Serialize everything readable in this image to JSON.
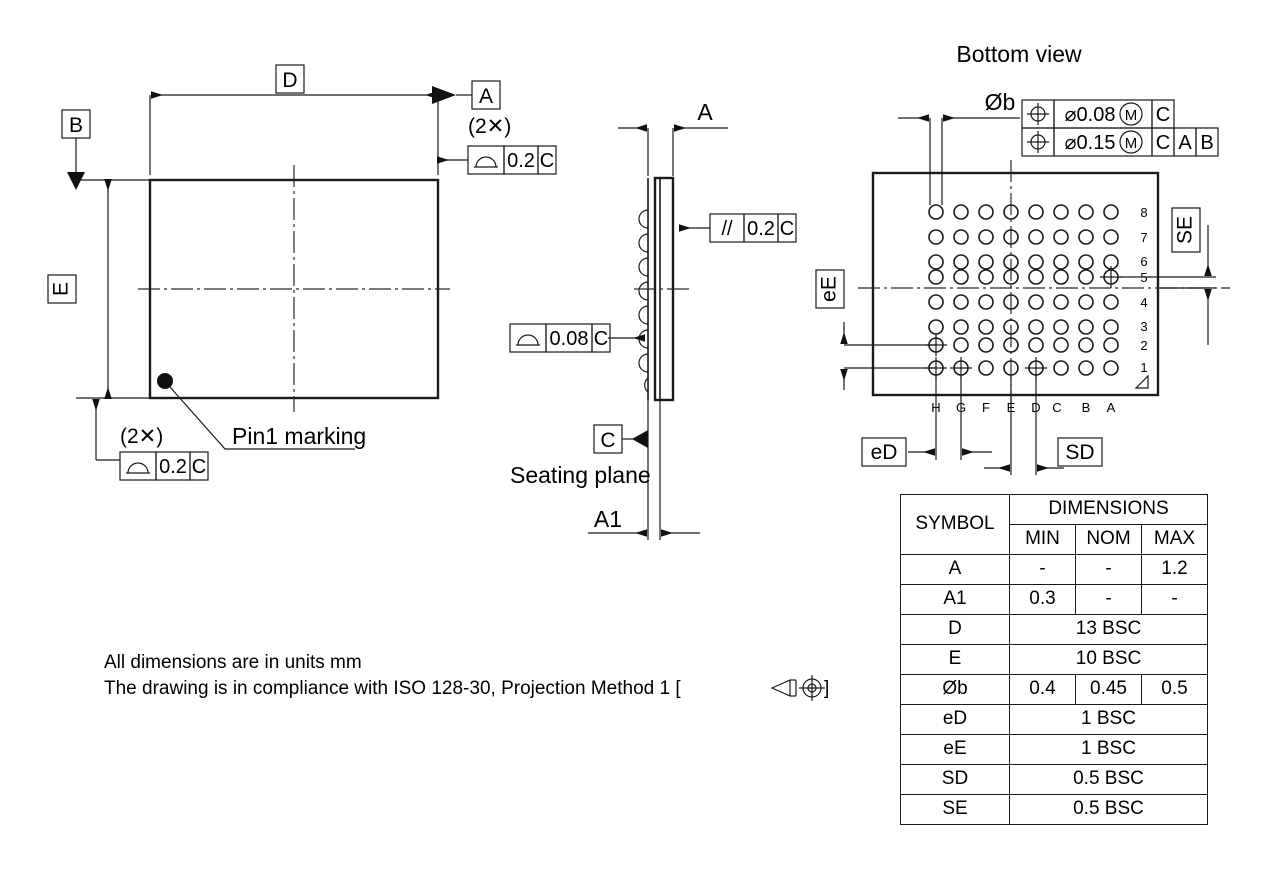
{
  "title_labels": {
    "bottom_view": "Bottom view",
    "pin1_marking": "Pin1 marking",
    "seating_plane": "Seating plane"
  },
  "top_view": {
    "datum_a": "A",
    "datum_b": "B",
    "dim_d": "D",
    "dim_e": "E",
    "multiplier_top": "(2✕)",
    "multiplier_bottom": "(2✕)",
    "fcf_top": {
      "symbol": "profile-of-surface",
      "tolerance": "0.2",
      "datum": "C"
    },
    "fcf_bottom": {
      "symbol": "profile-of-surface",
      "tolerance": "0.2",
      "datum": "C"
    }
  },
  "side_view": {
    "dim_a": "A",
    "dim_a1": "A1",
    "datum_c": "C",
    "fcf_parallel": {
      "symbol": "//",
      "tolerance": "0.2",
      "datum": "C"
    },
    "fcf_profile": {
      "symbol": "profile-of-surface",
      "tolerance": "0.08",
      "datum": "C"
    }
  },
  "bottom_view": {
    "dim_ob": "Øb",
    "dim_ed": "eD",
    "dim_ee": "eE",
    "dim_sd": "SD",
    "dim_se": "SE",
    "fcf_position_1": {
      "symbol": "position",
      "tolerance": "⌀0.08",
      "modifier": "M",
      "datums": [
        "C"
      ]
    },
    "fcf_position_2": {
      "symbol": "position",
      "tolerance": "⌀0.15",
      "modifier": "M",
      "datums": [
        "C",
        "A",
        "B"
      ]
    },
    "column_labels": [
      "H",
      "G",
      "F",
      "E",
      "D",
      "C",
      "B",
      "A"
    ],
    "row_labels": [
      "8",
      "7",
      "6",
      "5",
      "4",
      "3",
      "2",
      "1"
    ],
    "ball_rows": 8,
    "ball_cols": 8
  },
  "notes": {
    "line1": "All dimensions are in units mm",
    "line2_pre": "The drawing is in compliance with ISO 128-30, Projection Method 1 [",
    "line2_post": "]"
  },
  "table": {
    "symbol_header": "SYMBOL",
    "dimensions_header": "DIMENSIONS",
    "sub_headers": [
      "MIN",
      "NOM",
      "MAX"
    ],
    "rows": [
      {
        "symbol": "A",
        "span": false,
        "min": "-",
        "nom": "-",
        "max": "1.2"
      },
      {
        "symbol": "A1",
        "span": false,
        "min": "0.3",
        "nom": "-",
        "max": "-"
      },
      {
        "symbol": "D",
        "span": true,
        "value": "13 BSC"
      },
      {
        "symbol": "E",
        "span": true,
        "value": "10 BSC"
      },
      {
        "symbol": "Øb",
        "span": false,
        "min": "0.4",
        "nom": "0.45",
        "max": "0.5"
      },
      {
        "symbol": "eD",
        "span": true,
        "value": "1 BSC"
      },
      {
        "symbol": "eE",
        "span": true,
        "value": "1 BSC"
      },
      {
        "symbol": "SD",
        "span": true,
        "value": "0.5 BSC"
      },
      {
        "symbol": "SE",
        "span": true,
        "value": "0.5 BSC"
      }
    ]
  },
  "colors": {
    "line": "#1a1a1a",
    "background": "#ffffff"
  }
}
